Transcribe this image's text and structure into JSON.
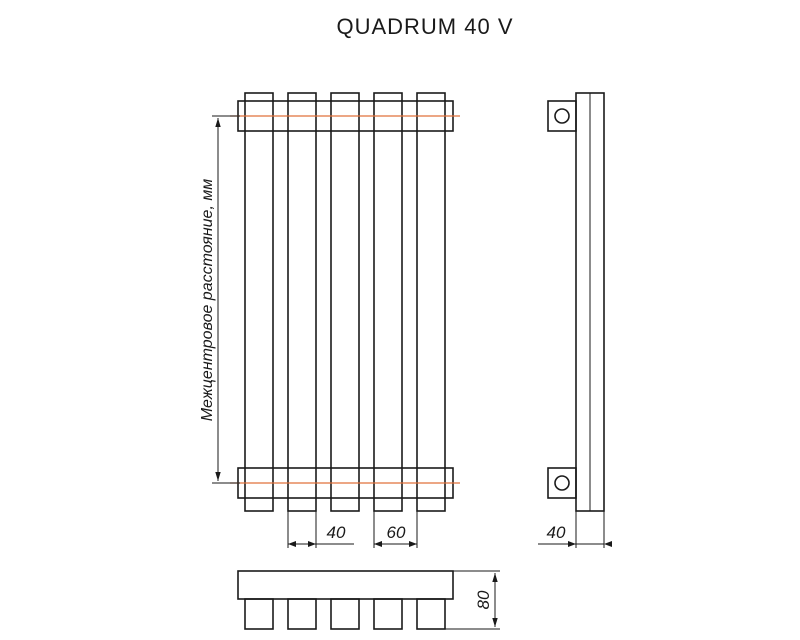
{
  "title": "QUADRUM 40 V",
  "dimensions": {
    "center_distance_label": "Межцентровое расстояние, мм",
    "section_width": "40",
    "section_pitch": "60",
    "depth": "40",
    "height": "80"
  },
  "colors": {
    "line": "#1a1a1a",
    "axis": "#e0703a"
  },
  "sections_count": 5
}
